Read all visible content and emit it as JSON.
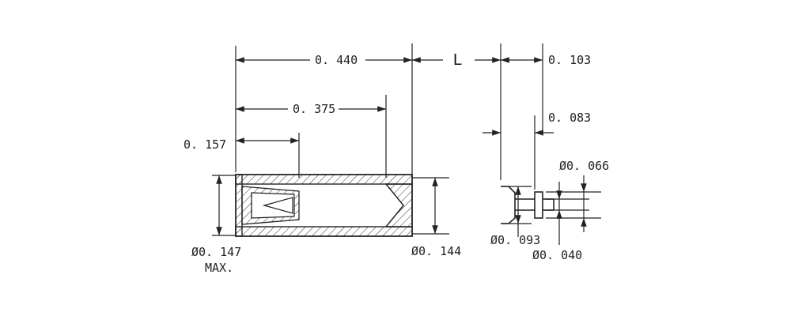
{
  "drawing": {
    "dims": {
      "d_0440": "0. 440",
      "d_L": "L",
      "d_0103": "0. 103",
      "d_0375": "0. 375",
      "d_0083": "0. 083",
      "d_0157": "0. 157",
      "d_0066": "Ø0. 066",
      "d_0147": "Ø0. 147",
      "d_max": "MAX.",
      "d_0144": "Ø0. 144",
      "d_0093": "Ø0. 093",
      "d_0040": "Ø0. 040"
    }
  }
}
